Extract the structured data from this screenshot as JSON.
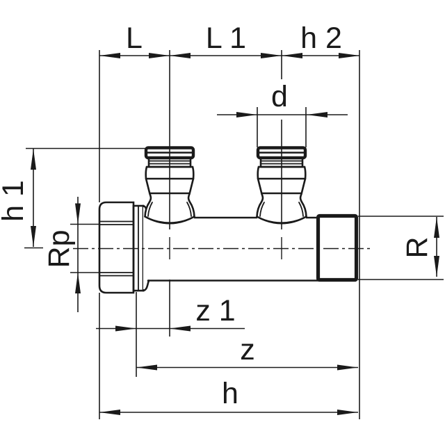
{
  "page": {
    "background": "#ffffff"
  },
  "drawing": {
    "type": "technical-dimension-drawing",
    "ink_color": "#1a1a1a"
  },
  "dimension_labels": {
    "L": "L",
    "L1": "L 1",
    "h2": "h 2",
    "d": "d",
    "h1": "h 1",
    "Rp": "Rp",
    "R": "R",
    "z1": "z 1",
    "z": "z",
    "h": "h"
  }
}
